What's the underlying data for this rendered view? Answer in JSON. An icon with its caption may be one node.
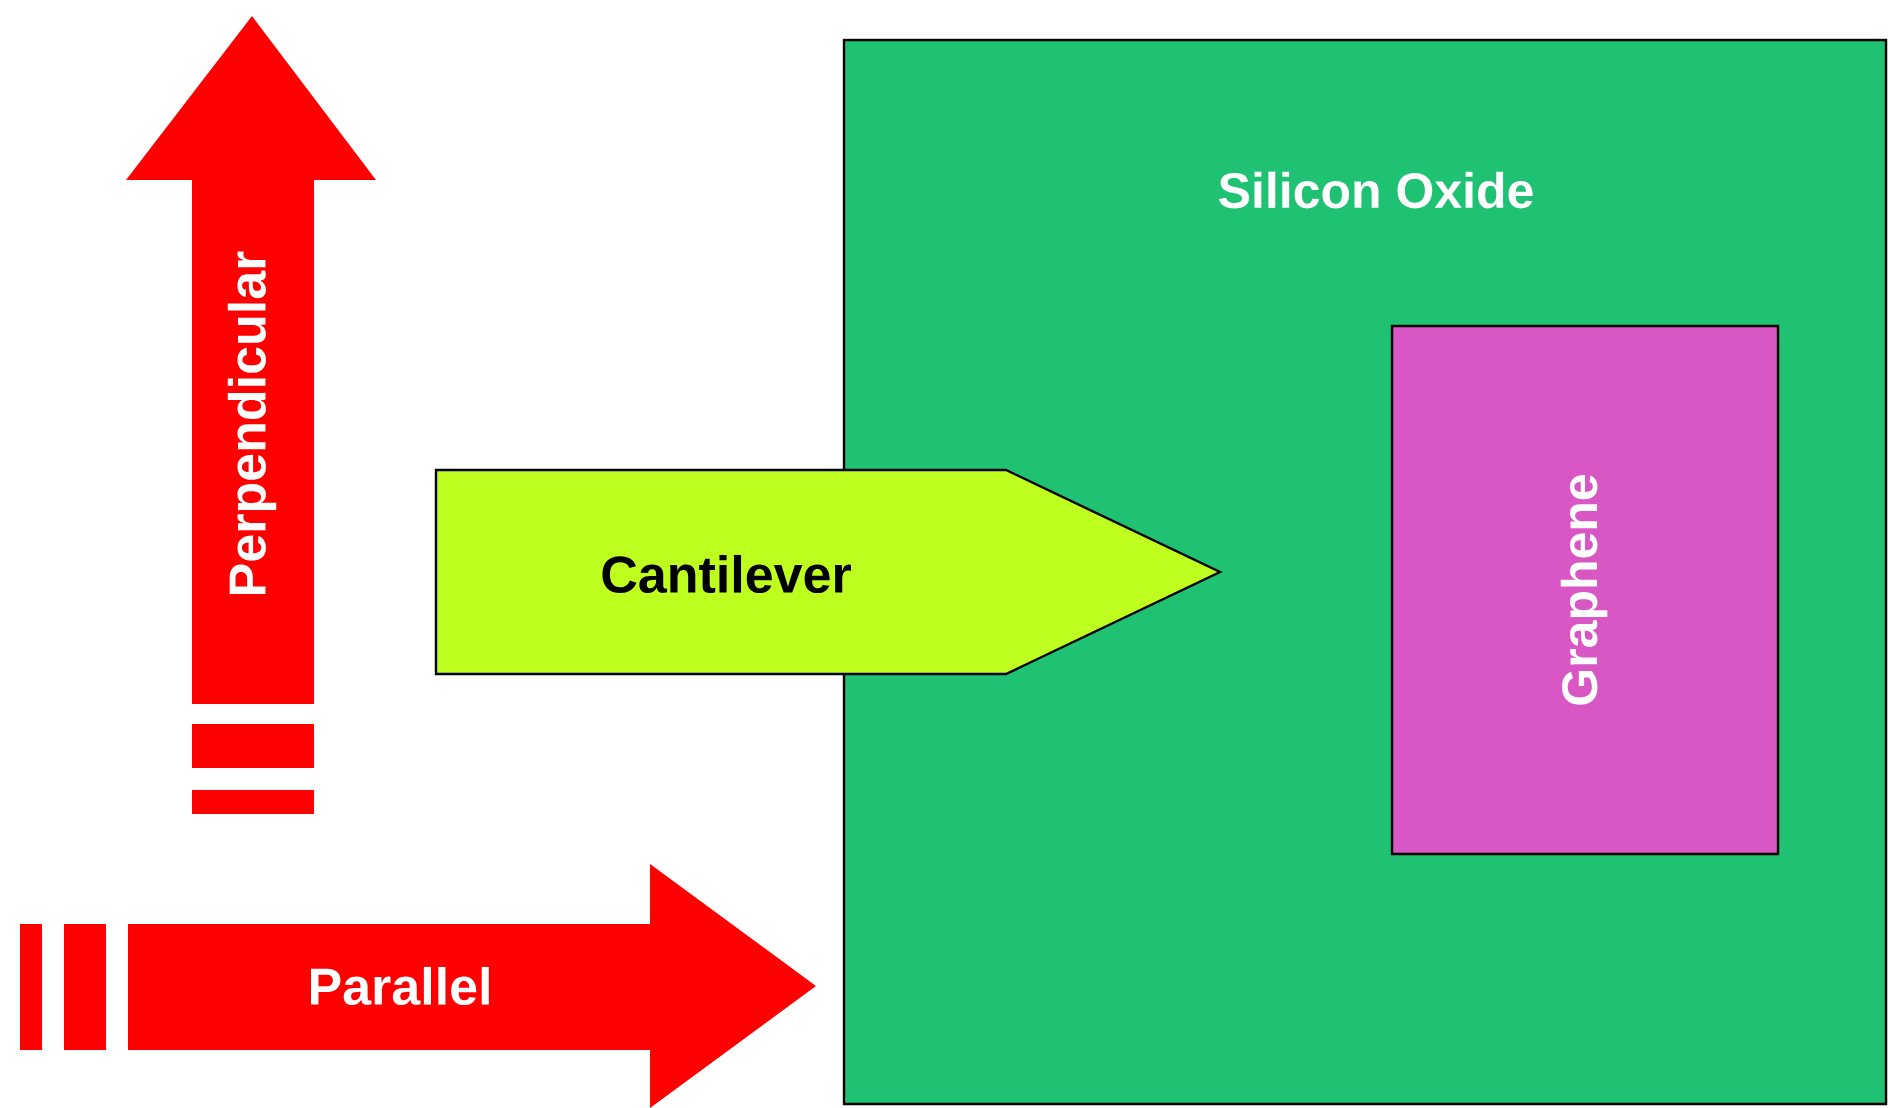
{
  "diagram": {
    "nodes": [
      {
        "text": [
          "Silicon Oxide"
        ]
      },
      {
        "text": [
          "Graphene"
        ],
        "in": 0
      },
      {
        "text": [
          "Cantilever"
        ]
      },
      {
        "text": [
          "Perpendicular"
        ]
      },
      {
        "text": [
          "Parallel"
        ]
      }
    ]
  }
}
